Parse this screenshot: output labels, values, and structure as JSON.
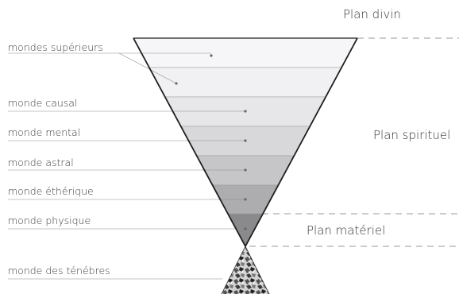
{
  "planes": {
    "divine": "Plan divin",
    "spiritual": "Plan spirituel",
    "material": "Plan matériel"
  },
  "worlds": [
    {
      "label": "mondes supérieurs",
      "fill": "#f6f5f7"
    },
    {
      "label": "mondes supérieurs",
      "fill": "#f1f0f3"
    },
    {
      "label": "monde causal",
      "fill": "#e7e6e9"
    },
    {
      "label": "monde mental",
      "fill": "#d8d7da"
    },
    {
      "label": "monde astral",
      "fill": "#c6c5c8"
    },
    {
      "label": "monde éthérique",
      "fill": "#adacaf"
    },
    {
      "label": "monde physique",
      "fill": "#8a898c"
    }
  ],
  "world_labels": [
    "mondes supérieurs",
    "monde causal",
    "monde mental",
    "monde astral",
    "monde éthérique",
    "monde physique",
    "monde des ténébres"
  ],
  "colors": {
    "outline": "#1e1e1e",
    "leader": "#8c8c8c",
    "dashed": "#9a9a9a",
    "dot": "#666666"
  }
}
